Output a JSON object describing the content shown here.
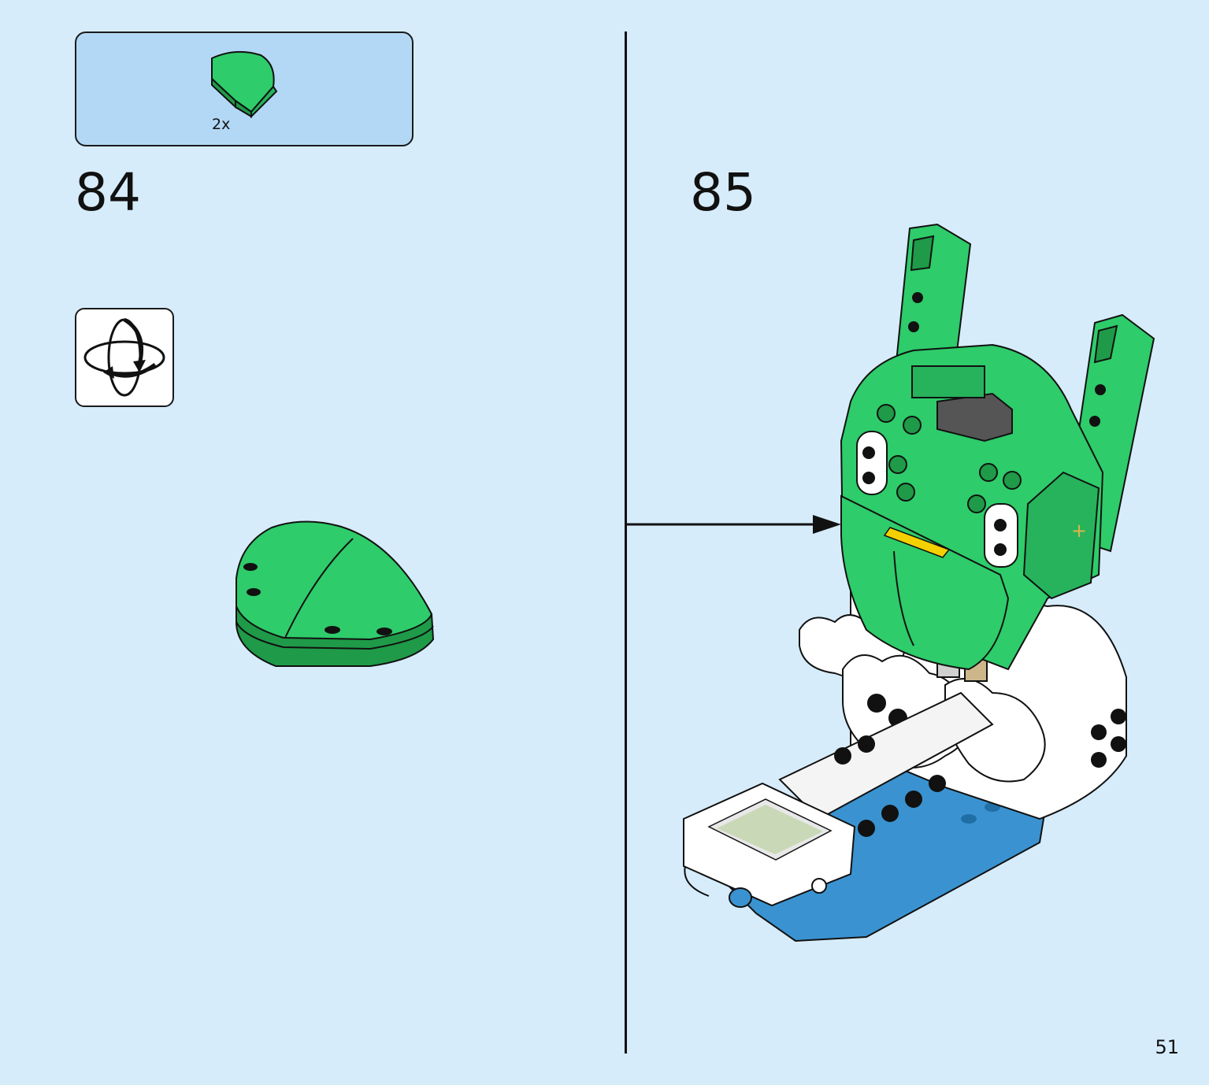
{
  "parts_callout": {
    "piece_icon": "green-curved-slope-brick",
    "quantity": "2x"
  },
  "steps": [
    {
      "number": "84",
      "illustration": "green-curved-shell-assembly"
    },
    {
      "number": "85",
      "illustration": "green-frog-head-on-white-blue-base"
    }
  ],
  "rotate_icon": "rotate-model-icon",
  "page_number": "51",
  "colors": {
    "background": "#d6ecfb",
    "callout_fill": "#b3d8f5",
    "green": "#2ecc6a",
    "green_dark": "#1f9a48",
    "blue": "#3a93d0",
    "white": "#ffffff",
    "outline": "#111111"
  }
}
